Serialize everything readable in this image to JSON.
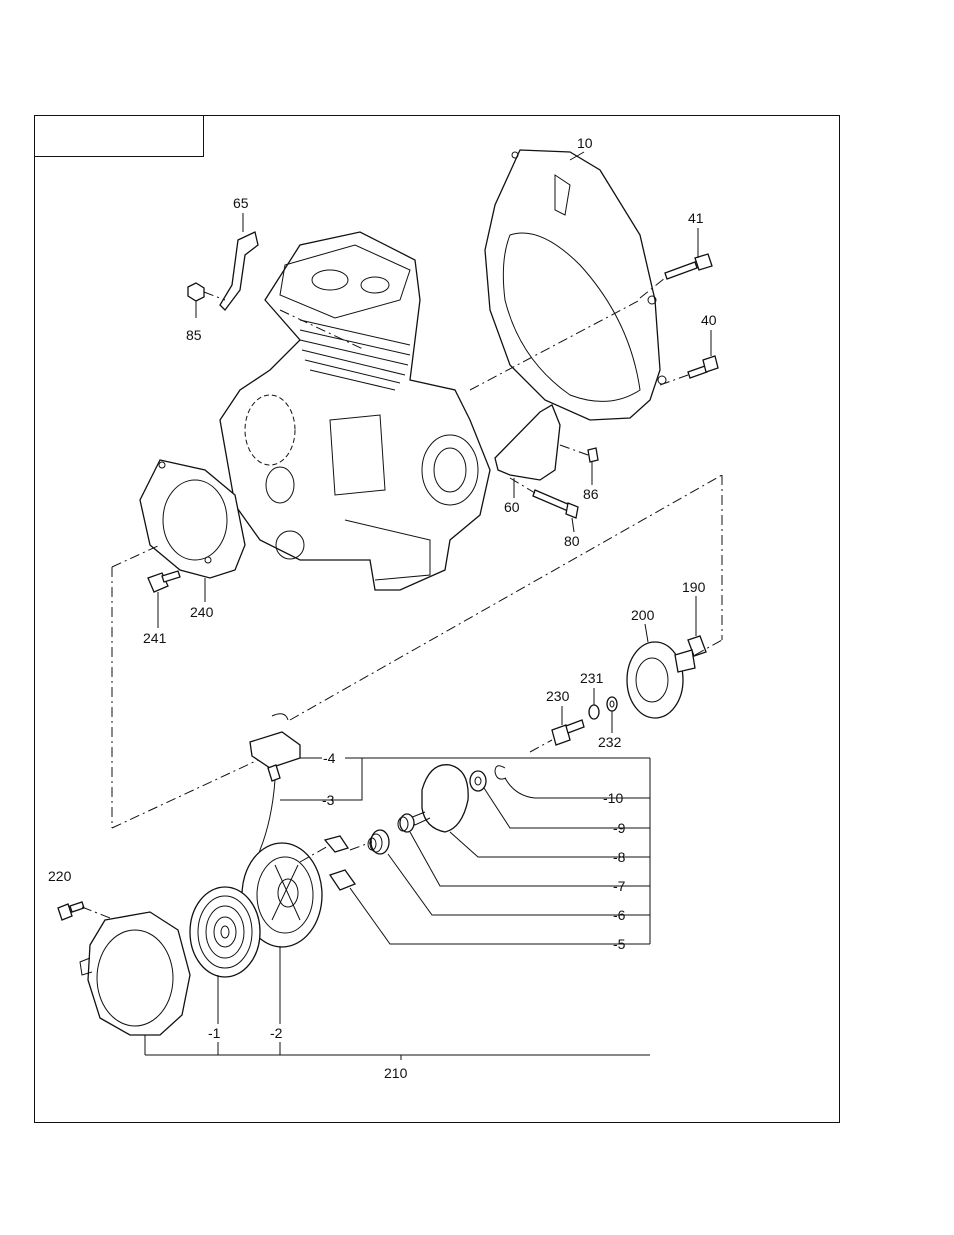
{
  "callouts": {
    "c10": "10",
    "c41": "41",
    "c40": "40",
    "c65": "65",
    "c85": "85",
    "c86": "86",
    "c60": "60",
    "c80": "80",
    "c240": "240",
    "c241": "241",
    "c190": "190",
    "c200": "200",
    "c231": "231",
    "c230": "230",
    "c232": "232",
    "c4": "-4",
    "c3": "-3",
    "c10s": "-10",
    "c9": "-9",
    "c8": "-8",
    "c7": "-7",
    "c6": "-6",
    "c5": "-5",
    "c220": "220",
    "c1": "-1",
    "c2": "-2",
    "c210": "210"
  }
}
